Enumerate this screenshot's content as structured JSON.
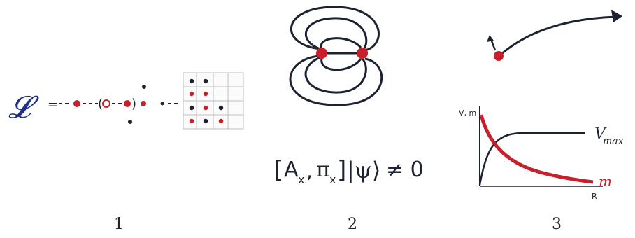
{
  "colors": {
    "ink": "#1d2230",
    "red": "#c8202a",
    "script_blue": "#1f2f8a",
    "grid": "#bfbfbf"
  },
  "panel1": {
    "lagrangian_symbol": "𝓛",
    "equals": "="
  },
  "panel2": {
    "commutator_A": "A",
    "commutator_A_sub": "x",
    "commutator_pi": "π",
    "commutator_pi_sub": "x",
    "ket": "|ψ⟩",
    "relation": "≠ 0"
  },
  "panel3": {
    "y_axis_label": "V, m",
    "vmax_label": "V",
    "vmax_sub": "max",
    "m_label": "m",
    "x_axis_label": "R"
  },
  "panel_numbers": [
    "1",
    "2",
    "3"
  ]
}
